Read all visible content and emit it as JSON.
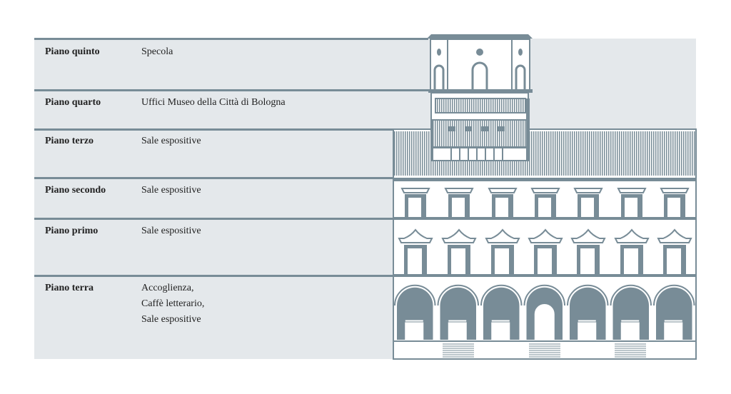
{
  "colors": {
    "panel": "#e4e8eb",
    "line": "#788c97",
    "building": "#ffffff"
  },
  "floors": [
    {
      "name": "Piano quinto",
      "desc": [
        "Specola"
      ]
    },
    {
      "name": "Piano quarto",
      "desc": [
        "Uffici Museo della Città di Bologna"
      ]
    },
    {
      "name": "Piano terzo",
      "desc": [
        "Sale espositive"
      ]
    },
    {
      "name": "Piano secondo",
      "desc": [
        "Sale espositive"
      ]
    },
    {
      "name": "Piano primo",
      "desc": [
        "Sale espositive"
      ]
    },
    {
      "name": "Piano terra",
      "desc": [
        "Accoglienza,",
        "Caffè letterario,",
        "Sale espositive"
      ]
    }
  ]
}
